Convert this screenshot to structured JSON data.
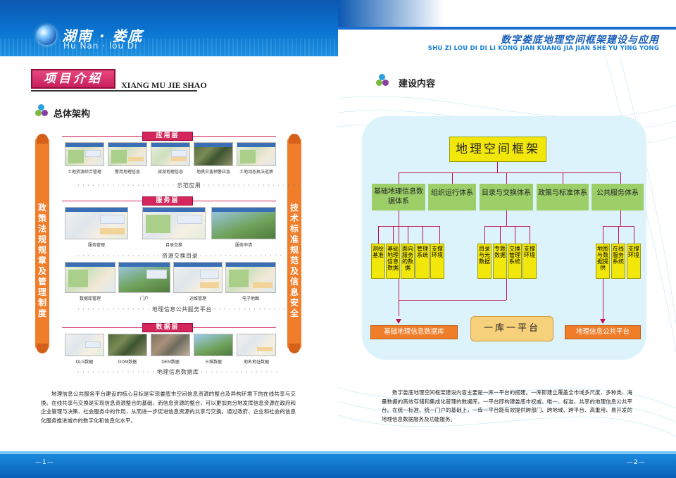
{
  "left": {
    "brand_cn": "湖南 · 娄底",
    "brand_py": "Hu  Nan · lou  Di",
    "section_title": "项目介绍",
    "section_py": "XIANG MU JIE SHAO",
    "subheading": "总体架构",
    "side_left": "政策法规规章及管理制度",
    "side_right": "技术标准规范及信息安全",
    "layers": {
      "app": "应用层",
      "service": "服务层",
      "data": "数据层"
    },
    "rows": {
      "demo_app": "示范应用",
      "resource_catalog": "资源交换目录",
      "public_platform": "地理信息公共服务平台",
      "database": "地理信息数据库"
    },
    "app_captions": [
      "土地资源综合管理",
      "警用地理信息",
      "旅游地理信息",
      "地质灾害预警应急",
      "土地动态执法巡察"
    ],
    "service_captions": [
      "服务管理",
      "目录交换",
      "服务申请"
    ],
    "platform_captions": [
      "数据库管理",
      "门户",
      "运维管理",
      "电子地图"
    ],
    "data_captions": [
      "DLG数据",
      "DOM数据",
      "DEM数据",
      "三维数据",
      "地名地址数据"
    ],
    "paragraph": "地理信息公共服务平台建设的核心目标是实现娄底市空间信息资源的整合及异构环境下的在线共享与交换。在线共享与交换是实现信息资源整合的基础，而信息资源的整合，可以更加充分地发挥信息资源在政府和企业管理与决策、社会服务中的作用，从而进一步促进信息资源的共享与交换。通过政府、企业和社会的信息化服务推进城市的数字化和信息化水平。",
    "page_num": "—1—"
  },
  "right": {
    "title": "数字娄底地理空间框架建设与应用",
    "title_py": "SHU ZI LOU DI DI LI KONG JIAN KUANG JIA JIAN SHE YU YING YONG",
    "subheading": "建设内容",
    "top_node": "地理空间框架",
    "green_nodes": [
      "基础地理信息数据体系",
      "组织运行体系",
      "目录与交换体系",
      "政策与标准体系",
      "公共服务体系"
    ],
    "group1": [
      "测绘基准",
      "基础地理信息数据",
      "面向服务的数据",
      "管理系统",
      "支撑环境"
    ],
    "group2": [
      "目录与元数据",
      "专题数据",
      "交换管理系统",
      "支撑环境"
    ],
    "group3": [
      "地图与数据提供",
      "在线服务系统",
      "支撑环境"
    ],
    "bottom_left": "基础地理信息数据库",
    "bottom_center": "一库一平台",
    "bottom_right": "地理信息公共平台",
    "paragraph": "数字娄底地理空间框架建设内容主要是一库一平台的搭建。一库即建立覆盖全市域多尺度、多种类、海量数据的高效存储和集成化管理的数据库。一平台即构建娄底市权威、唯一、标准、共享的地理信息公共平台。在统一标准、统一门户的基础上，一库一平台能有效提供跨部门、跨地域、跨平台、高重用、易开发的地理信息数据服务及功能服务。",
    "page_num": "—2—"
  },
  "colors": {
    "brand_blue": "#0a74d0",
    "accent_pink": "#d4265c",
    "accent_orange": "#f07d2a",
    "node_yellow": "#f2e70a",
    "node_green": "#9ccf68",
    "panel_bg": "#dcf3fb"
  }
}
